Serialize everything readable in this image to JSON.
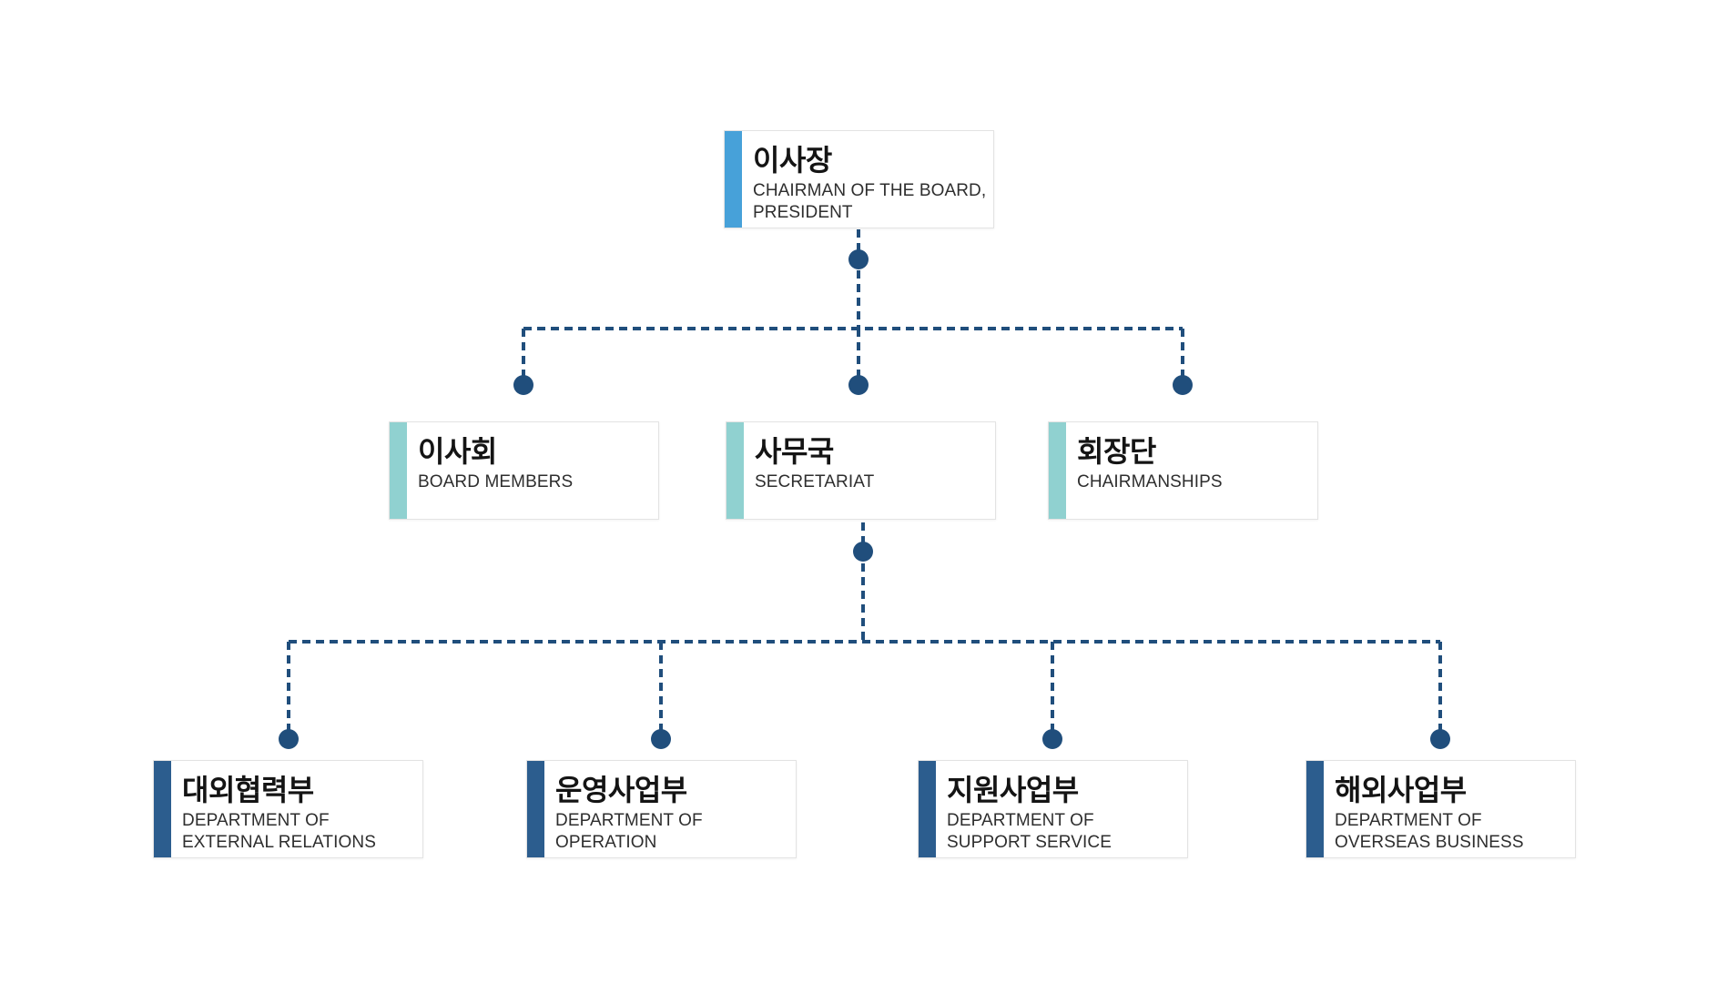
{
  "diagram": {
    "type": "org-chart",
    "colors": {
      "background": "#ffffff",
      "accent_level1": "#47a1d9",
      "accent_level2": "#90d1d0",
      "accent_level3": "#2c5d8e",
      "connector": "#204e7c",
      "node_border": "#e3e3e3",
      "node_background": "#ffffff",
      "title_text": "#141414",
      "subtitle_text": "#2e2e2e"
    },
    "nodes": [
      {
        "id": "chairman",
        "level": 1,
        "title": "이사장",
        "sub1": "CHAIRMAN OF THE BOARD,",
        "sub2": "PRESIDENT"
      },
      {
        "id": "board-members",
        "level": 2,
        "title": "이사회",
        "sub1": "BOARD MEMBERS",
        "sub2": ""
      },
      {
        "id": "secretariat",
        "level": 2,
        "title": "사무국",
        "sub1": "SECRETARIAT",
        "sub2": ""
      },
      {
        "id": "chairmanships",
        "level": 2,
        "title": "회장단",
        "sub1": "CHAIRMANSHIPS",
        "sub2": ""
      },
      {
        "id": "external-relations",
        "level": 3,
        "title": "대외협력부",
        "sub1": "DEPARTMENT OF",
        "sub2": "EXTERNAL RELATIONS"
      },
      {
        "id": "operation",
        "level": 3,
        "title": "운영사업부",
        "sub1": "DEPARTMENT OF",
        "sub2": "OPERATION"
      },
      {
        "id": "support-service",
        "level": 3,
        "title": "지원사업부",
        "sub1": "DEPARTMENT OF",
        "sub2": "SUPPORT SERVICE"
      },
      {
        "id": "overseas-business",
        "level": 3,
        "title": "해외사업부",
        "sub1": "DEPARTMENT OF",
        "sub2": "OVERSEAS BUSINESS"
      }
    ]
  }
}
